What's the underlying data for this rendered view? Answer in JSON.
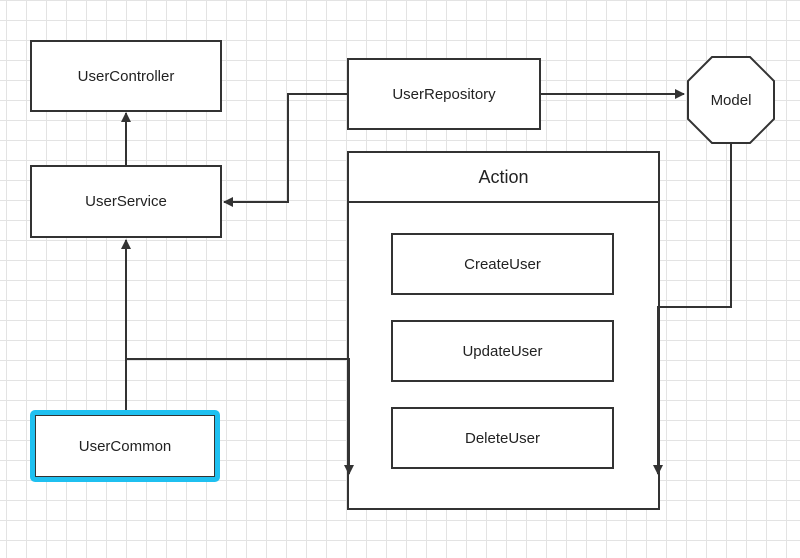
{
  "nodes": {
    "user_controller": "UserController",
    "user_service": "UserService",
    "user_common": "UserCommon",
    "user_repository": "UserRepository",
    "model": "Model",
    "action": "Action",
    "create_user": "CreateUser",
    "update_user": "UpdateUser",
    "delete_user": "DeleteUser"
  },
  "colors": {
    "line": "#333333",
    "selection": "#1fc0f0",
    "grid": "#e3e3e3",
    "background": "#ffffff"
  }
}
